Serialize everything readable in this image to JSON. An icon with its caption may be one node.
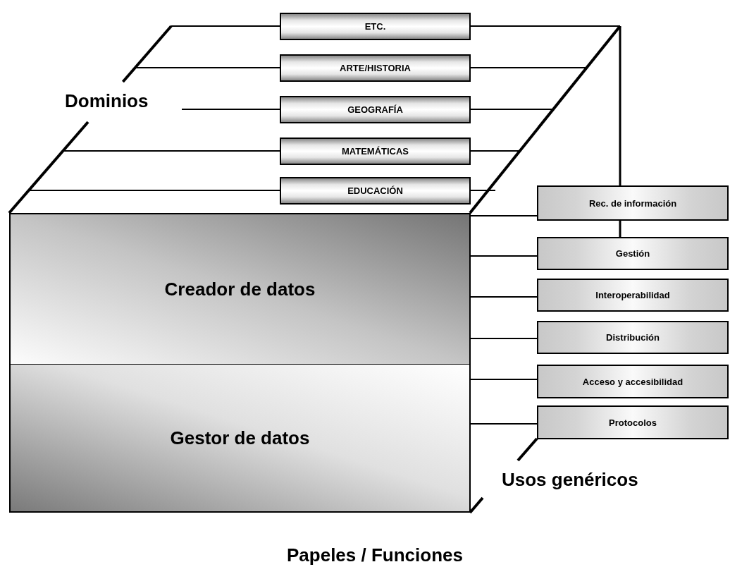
{
  "diagram": {
    "nodes": [
      {
        "text": [
          "ETC."
        ]
      },
      {
        "text": [
          "ARTE/HISTORIA"
        ]
      },
      {
        "text": [
          "GEOGRAFÍA"
        ]
      },
      {
        "text": [
          "MATEMÁTICAS"
        ]
      },
      {
        "text": [
          "EDUCACIÓN"
        ]
      },
      {
        "text": [
          "Creador de datos"
        ]
      },
      {
        "text": [
          "Gestor de datos"
        ]
      },
      {
        "text": [
          "Rec. de información"
        ]
      },
      {
        "text": [
          "Gestión"
        ]
      },
      {
        "text": [
          "Interoperabilidad"
        ]
      },
      {
        "text": [
          "Distribución"
        ]
      },
      {
        "text": [
          "Acceso y accesibilidad"
        ]
      },
      {
        "text": [
          "Protocolos"
        ]
      }
    ],
    "labels": [
      "Dominios",
      "Usos genéricos",
      "Papeles / Funciones"
    ]
  }
}
